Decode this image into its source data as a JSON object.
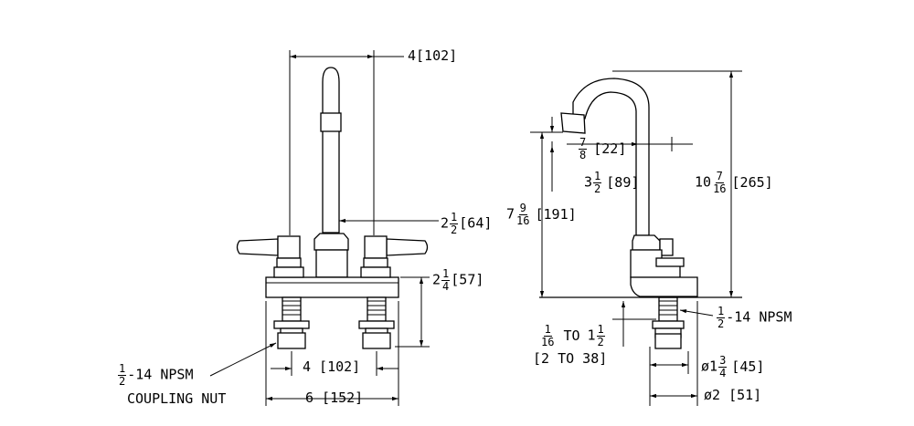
{
  "front_view": {
    "dim_width_top": "4[102]",
    "dim_spout_whole": "2",
    "dim_spout_num": "1",
    "dim_spout_den": "2",
    "dim_spout_mm": "[64]",
    "dim_deck_whole": "2",
    "dim_deck_num": "1",
    "dim_deck_den": "4",
    "dim_deck_mm": "[57]",
    "dim_centers": "4 [102]",
    "dim_overall": "6 [152]",
    "nut_num": "1",
    "nut_den": "2",
    "nut_thread": "-14 NPSM",
    "nut_label": "COUPLING NUT"
  },
  "side_view": {
    "dim_aerator_num": "7",
    "dim_aerator_den": "8",
    "dim_aerator_mm": "[22]",
    "dim_reach_whole": "3",
    "dim_reach_num": "1",
    "dim_reach_den": "2",
    "dim_reach_mm": "[89]",
    "dim_clear_whole": "7",
    "dim_clear_num": "9",
    "dim_clear_den": "16",
    "dim_clear_mm": "[191]",
    "dim_height_whole": "10",
    "dim_height_num": "7",
    "dim_height_den": "16",
    "dim_height_mm": "[265]",
    "thread_num": "1",
    "thread_den": "2",
    "thread_label": "-14 NPSM",
    "deck_a_num": "1",
    "deck_a_den": "16",
    "deck_to": "TO",
    "deck_b_whole": "1",
    "deck_b_num": "1",
    "deck_b_den": "2",
    "deck_mm": "[2 TO 38]",
    "dia_small_prefix": "ø1",
    "dia_small_num": "3",
    "dia_small_den": "4",
    "dia_small_mm": "[45]",
    "dia_large": "ø2 [51]"
  }
}
